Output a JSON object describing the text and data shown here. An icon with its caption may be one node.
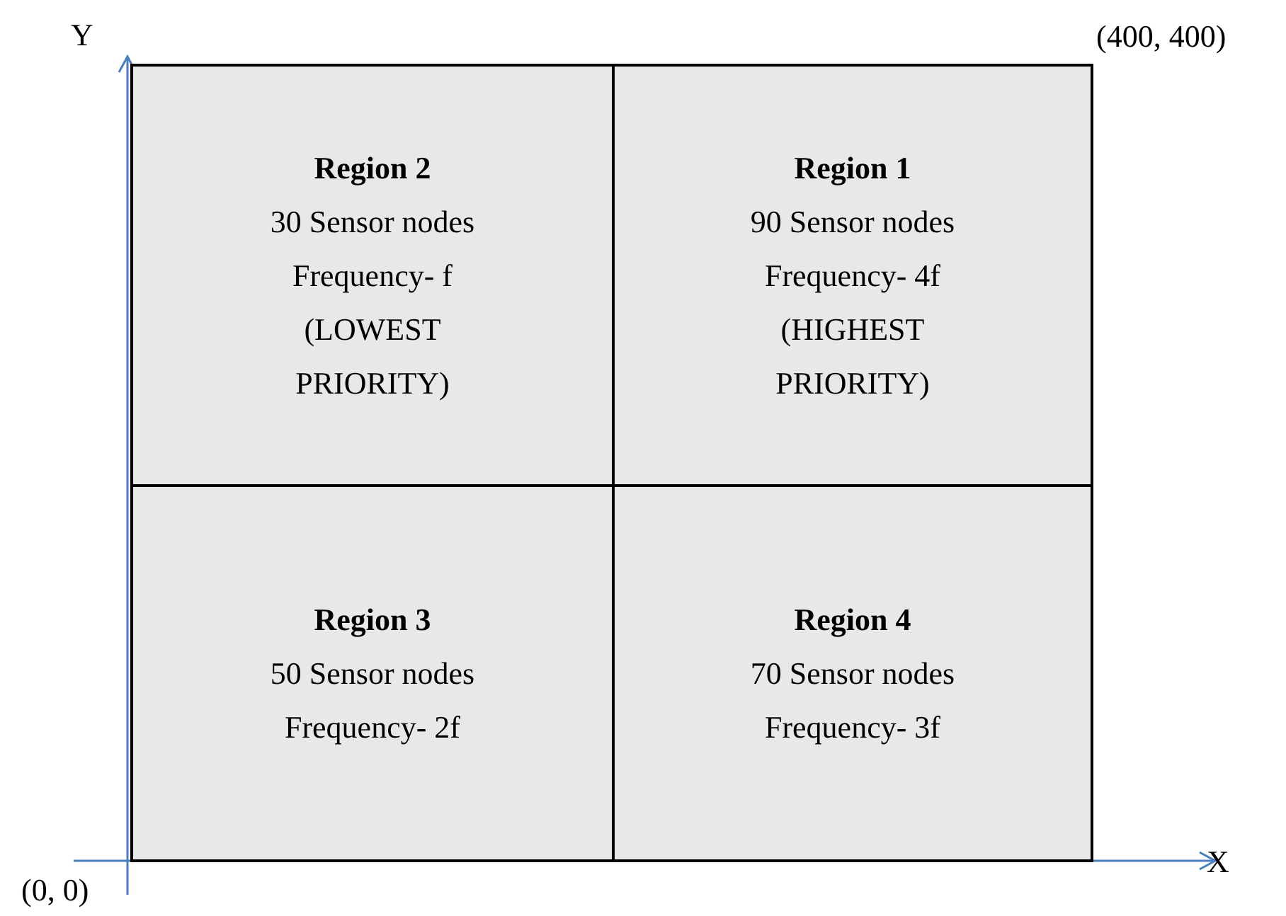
{
  "diagram": {
    "nodes": [
      {
        "text": [
          "Region 2",
          "30 Sensor nodes",
          "Frequency- f",
          "(LOWEST PRIORITY)"
        ]
      },
      {
        "text": [
          "Region 1",
          "90 Sensor nodes",
          "Frequency- 4f",
          "(HIGHEST PRIORITY)"
        ]
      },
      {
        "text": [
          "Region 3",
          "50 Sensor nodes",
          "Frequency- 2f"
        ]
      },
      {
        "text": [
          "Region 4",
          "70 Sensor nodes",
          "Frequency- 3f"
        ]
      }
    ],
    "edges": [],
    "labels": [
      "Y",
      "(400, 400)",
      "X",
      "(0, 0)"
    ]
  }
}
